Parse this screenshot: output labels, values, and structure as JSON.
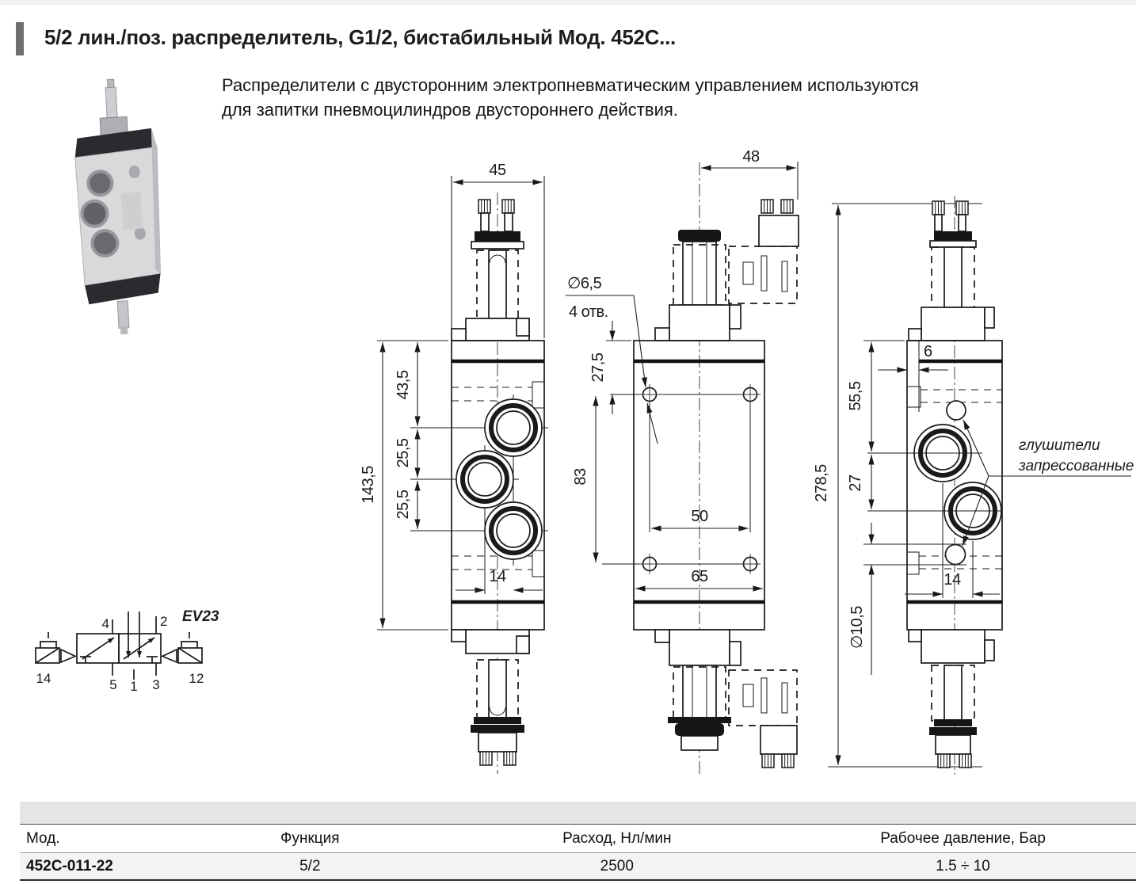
{
  "page": {
    "title": "5/2 лин./поз. распределитель, G1/2, бистабильный Мод. 452C...",
    "description_line1": "Распределители с двусторонним электропневматическим управлением используются",
    "description_line2": "для запитки пневмоцилиндров двустороннего действия."
  },
  "dims": {
    "front": {
      "width": "45",
      "total_h": "143,5",
      "seg_top": "43,5",
      "seg_mid": "25,5",
      "seg_bot": "25,5",
      "port_offset": "14"
    },
    "side": {
      "width": "48",
      "hole_dia": "∅6,5",
      "hole_count": "4 отв.",
      "top": "27,5",
      "holes_v": "83",
      "holes_h": "50",
      "body_w": "65",
      "total_h": "278,5"
    },
    "back": {
      "edge": "6",
      "top": "55,5",
      "ports": "27",
      "port_offset": "14",
      "silencer_dia": "∅10,5",
      "silencer_note_1": "глушители",
      "silencer_note_2": "запрессованные"
    }
  },
  "symbol": {
    "model": "EV23",
    "port_4": "4",
    "port_2": "2",
    "port_5": "5",
    "port_1": "1",
    "port_3": "3",
    "pilot_left": "14",
    "pilot_right": "12"
  },
  "table": {
    "headers": [
      "Мод.",
      "Функция",
      "Расход, Нл/мин",
      "Рабочее давление, Бар"
    ],
    "rows": [
      [
        "452C-011-22",
        "5/2",
        "2500",
        "1.5 ÷ 10"
      ]
    ]
  }
}
